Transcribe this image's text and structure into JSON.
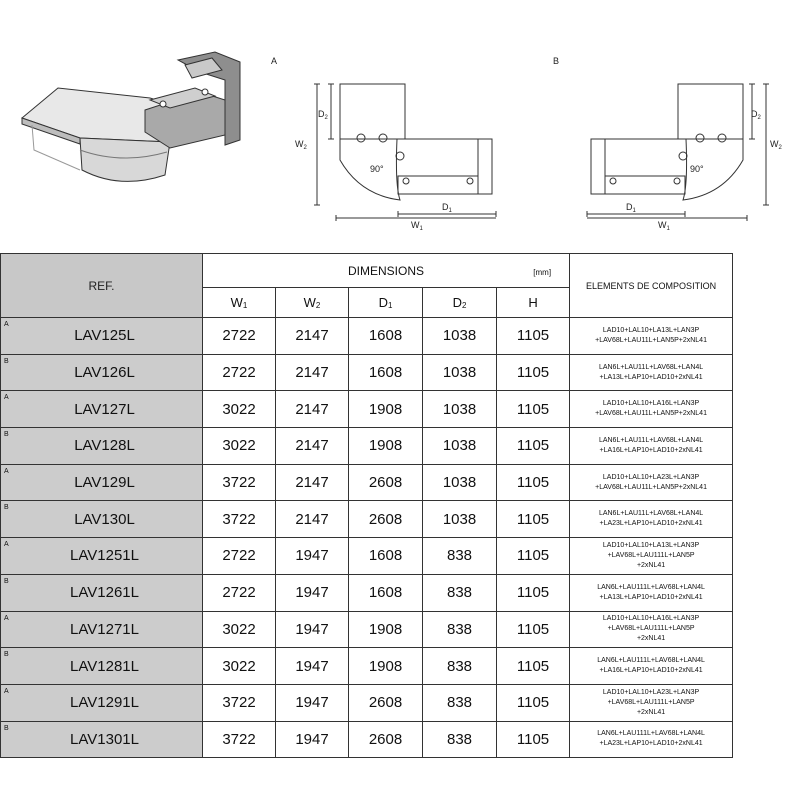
{
  "drawing_labels": {
    "variant_a": "A",
    "variant_b": "B",
    "w1": "W",
    "w2": "W",
    "d1": "D",
    "d2": "D",
    "sub1": "1",
    "sub2": "2",
    "angle": "90°"
  },
  "table": {
    "ref_header": "REF.",
    "dimensions_header": "DIMENSIONS",
    "unit": "[mm]",
    "elements_header": "ELEMENTS DE COMPOSITION",
    "columns": [
      {
        "label": "W",
        "sub": "1"
      },
      {
        "label": "W",
        "sub": "2"
      },
      {
        "label": "D",
        "sub": "1"
      },
      {
        "label": "D",
        "sub": "2"
      },
      {
        "label": "H",
        "sub": ""
      }
    ],
    "rows": [
      {
        "variant": "A",
        "ref": "LAV125L",
        "w1": "2722",
        "w2": "2147",
        "d1": "1608",
        "d2": "1038",
        "h": "1105",
        "comp": "LAD10+LAL10+LA13L+LAN3P\n+LAV68L+LAU11L+LAN5P+2xNL41"
      },
      {
        "variant": "B",
        "ref": "LAV126L",
        "w1": "2722",
        "w2": "2147",
        "d1": "1608",
        "d2": "1038",
        "h": "1105",
        "comp": "LAN6L+LAU11L+LAV68L+LAN4L\n+LA13L+LAP10+LAD10+2xNL41"
      },
      {
        "variant": "A",
        "ref": "LAV127L",
        "w1": "3022",
        "w2": "2147",
        "d1": "1908",
        "d2": "1038",
        "h": "1105",
        "comp": "LAD10+LAL10+LA16L+LAN3P\n+LAV68L+LAU11L+LAN5P+2xNL41"
      },
      {
        "variant": "B",
        "ref": "LAV128L",
        "w1": "3022",
        "w2": "2147",
        "d1": "1908",
        "d2": "1038",
        "h": "1105",
        "comp": "LAN6L+LAU11L+LAV68L+LAN4L\n+LA16L+LAP10+LAD10+2xNL41"
      },
      {
        "variant": "A",
        "ref": "LAV129L",
        "w1": "3722",
        "w2": "2147",
        "d1": "2608",
        "d2": "1038",
        "h": "1105",
        "comp": "LAD10+LAL10+LA23L+LAN3P\n+LAV68L+LAU11L+LAN5P+2xNL41"
      },
      {
        "variant": "B",
        "ref": "LAV130L",
        "w1": "3722",
        "w2": "2147",
        "d1": "2608",
        "d2": "1038",
        "h": "1105",
        "comp": "LAN6L+LAU11L+LAV68L+LAN4L\n+LA23L+LAP10+LAD10+2xNL41"
      },
      {
        "variant": "A",
        "ref": "LAV1251L",
        "w1": "2722",
        "w2": "1947",
        "d1": "1608",
        "d2": "838",
        "h": "1105",
        "comp": "LAD10+LAL10+LA13L+LAN3P\n+LAV68L+LAU111L+LAN5P\n+2xNL41"
      },
      {
        "variant": "B",
        "ref": "LAV1261L",
        "w1": "2722",
        "w2": "1947",
        "d1": "1608",
        "d2": "838",
        "h": "1105",
        "comp": "LAN6L+LAU111L+LAV68L+LAN4L\n+LA13L+LAP10+LAD10+2xNL41"
      },
      {
        "variant": "A",
        "ref": "LAV1271L",
        "w1": "3022",
        "w2": "1947",
        "d1": "1908",
        "d2": "838",
        "h": "1105",
        "comp": "LAD10+LAL10+LA16L+LAN3P\n+LAV68L+LAU111L+LAN5P\n+2xNL41"
      },
      {
        "variant": "B",
        "ref": "LAV1281L",
        "w1": "3022",
        "w2": "1947",
        "d1": "1908",
        "d2": "838",
        "h": "1105",
        "comp": "LAN6L+LAU111L+LAV68L+LAN4L\n+LA16L+LAP10+LAD10+2xNL41"
      },
      {
        "variant": "A",
        "ref": "LAV1291L",
        "w1": "3722",
        "w2": "1947",
        "d1": "2608",
        "d2": "838",
        "h": "1105",
        "comp": "LAD10+LAL10+LA23L+LAN3P\n+LAV68L+LAU111L+LAN5P\n+2xNL41"
      },
      {
        "variant": "B",
        "ref": "LAV1301L",
        "w1": "3722",
        "w2": "1947",
        "d1": "2608",
        "d2": "838",
        "h": "1105",
        "comp": "LAN6L+LAU111L+LAV68L+LAN4L\n+LA23L+LAP10+LAD10+2xNL41"
      }
    ]
  }
}
